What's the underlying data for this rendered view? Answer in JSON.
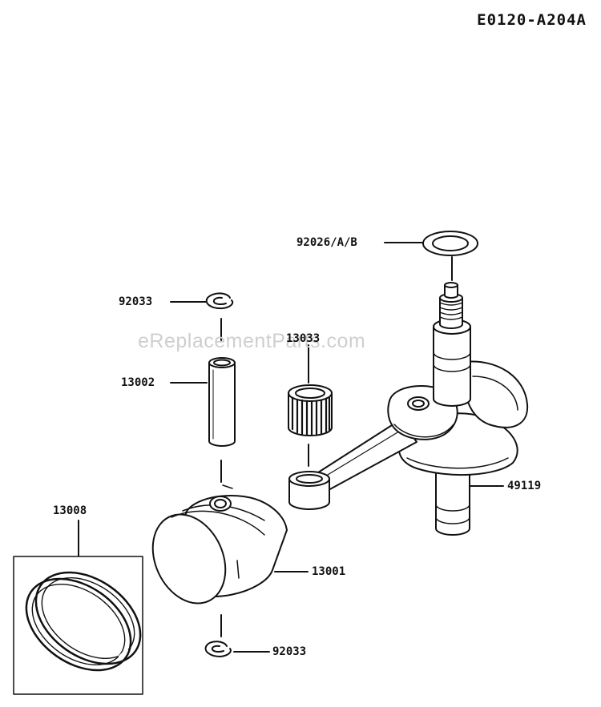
{
  "diagram_code": "E0120-A204A",
  "watermark": "eReplacementParts.com",
  "parts": {
    "washer": "92026/A/B",
    "circlip_top": "92033",
    "needle_bearing": "13033",
    "piston_pin": "13002",
    "crankshaft": "49119",
    "piston_ring_set": "13008",
    "piston": "13001",
    "circlip_bottom": "92033"
  }
}
